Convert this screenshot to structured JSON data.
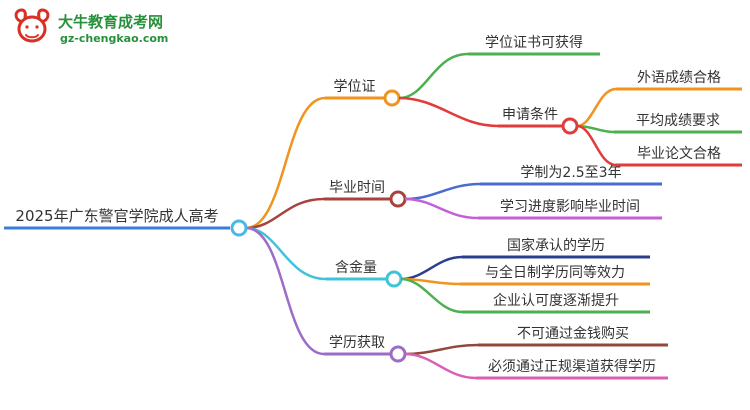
{
  "logo": {
    "title": "大牛教育成考网",
    "domain": "gz-chengkao.com"
  },
  "mindmap": {
    "root": {
      "label": "2025年广东警官学院成人高考"
    },
    "branches": [
      {
        "label": "学位证",
        "children": [
          {
            "label": "学位证书可获得"
          },
          {
            "label": "申请条件",
            "children": [
              {
                "label": "外语成绩合格"
              },
              {
                "label": "平均成绩要求"
              },
              {
                "label": "毕业论文合格"
              }
            ]
          }
        ]
      },
      {
        "label": "毕业时间",
        "children": [
          {
            "label": "学制为2.5至3年"
          },
          {
            "label": "学习进度影响毕业时间"
          }
        ]
      },
      {
        "label": "含金量",
        "children": [
          {
            "label": "国家承认的学历"
          },
          {
            "label": "与全日制学历同等效力"
          },
          {
            "label": "企业认可度逐渐提升"
          }
        ]
      },
      {
        "label": "学历获取",
        "children": [
          {
            "label": "不可通过金钱购买"
          },
          {
            "label": "必须通过正规渠道获得学历"
          }
        ]
      }
    ],
    "colors": {
      "root_line": "#3b7dd8",
      "root_circle": "#49b8e8",
      "orange": "#f0931f",
      "green": "#4caf50",
      "red": "#e23b3b",
      "dark_red": "#a8423c",
      "royal_blue": "#4a6bd0",
      "magenta": "#c45fd8",
      "cyan": "#3fc3d9",
      "navy": "#2c3f8c",
      "purple": "#9d6cc8",
      "brown": "#92483a",
      "pink": "#d95fb5",
      "logo_red": "#d93025",
      "logo_green": "#27903b"
    }
  }
}
